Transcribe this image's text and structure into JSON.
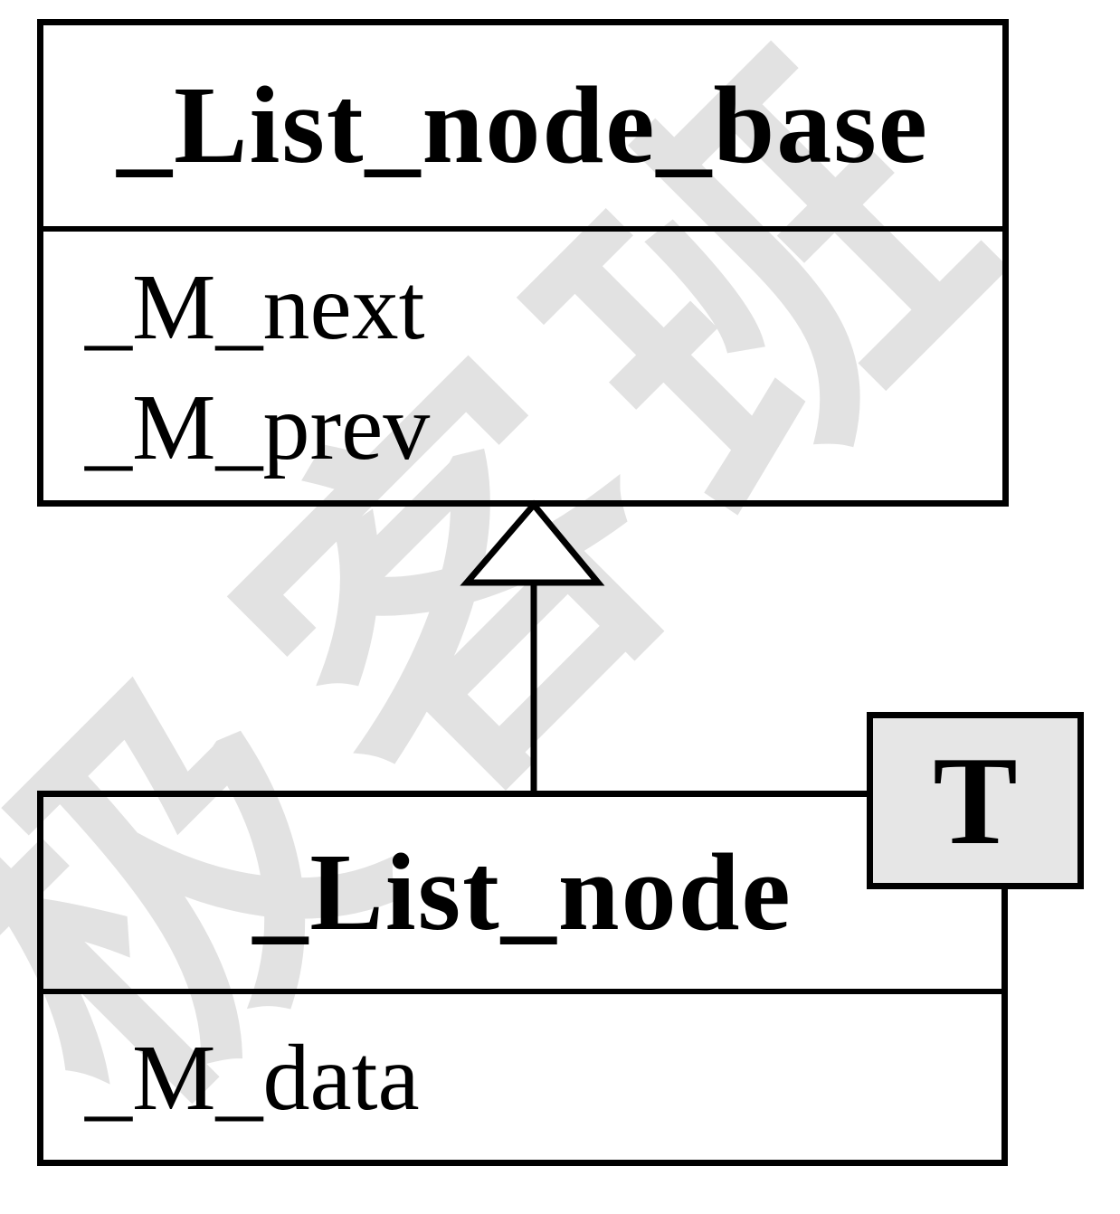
{
  "watermark": {
    "text": "极客班"
  },
  "base_class": {
    "name": "_List_node_base",
    "members": [
      "_M_next",
      "_M_prev"
    ]
  },
  "derived_class": {
    "name": "_List_node",
    "template_param": "T",
    "members": [
      "_M_data"
    ]
  },
  "relationship": {
    "type": "inheritance",
    "icon": "hollow-triangle-arrow-up"
  },
  "colors": {
    "background": "#ffffff",
    "line": "#000000",
    "text": "#000000",
    "template_box_fill": "#e6e6e6",
    "watermark": "#e2e2e2"
  }
}
